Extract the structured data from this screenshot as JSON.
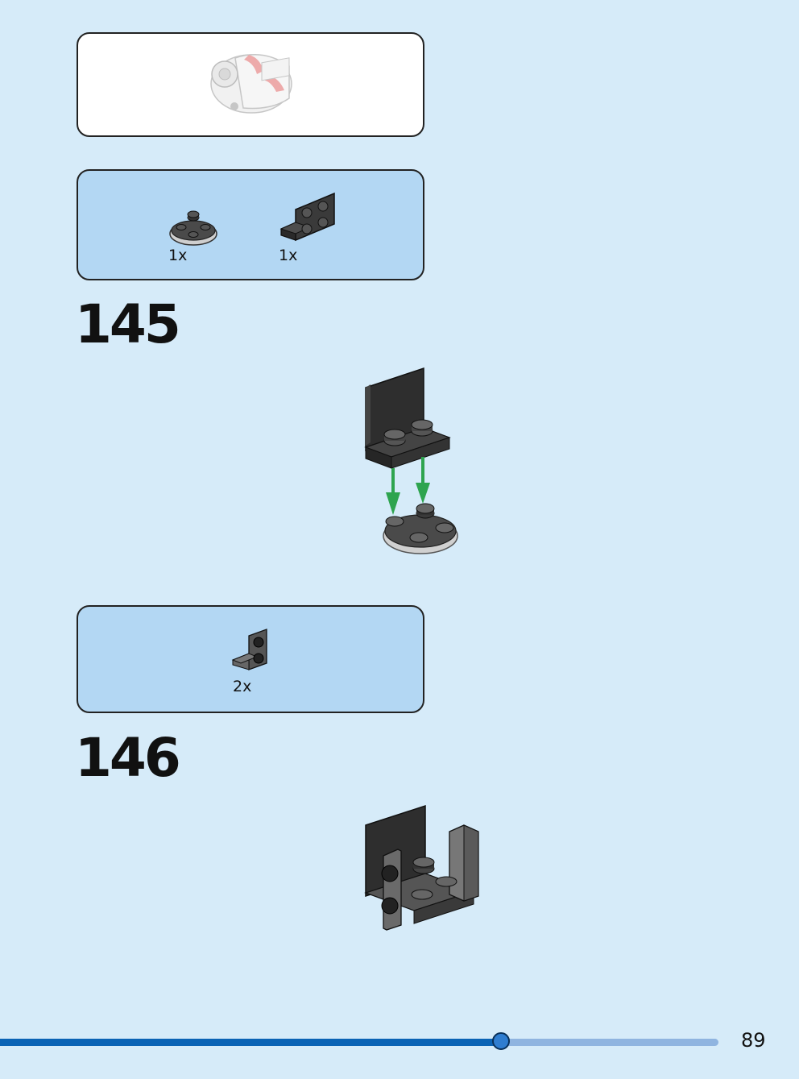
{
  "context_preview": {
    "icon": "completed-helmet-model-icon"
  },
  "steps": [
    {
      "number": "145",
      "parts": [
        {
          "qty": "1x",
          "icon": "round-plate-icon"
        },
        {
          "qty": "1x",
          "icon": "bracket-plate-icon"
        }
      ]
    },
    {
      "number": "146",
      "parts": [
        {
          "qty": "2x",
          "icon": "small-bracket-icon"
        }
      ]
    }
  ],
  "progress": {
    "fraction": 0.697
  },
  "page_number": "89",
  "colors": {
    "background": "#d6ebf9",
    "parts_panel": "#b3d7f3",
    "arrow": "#2ea44f",
    "progress_fill": "#0a63b5",
    "progress_track": "#8fb4e0"
  }
}
